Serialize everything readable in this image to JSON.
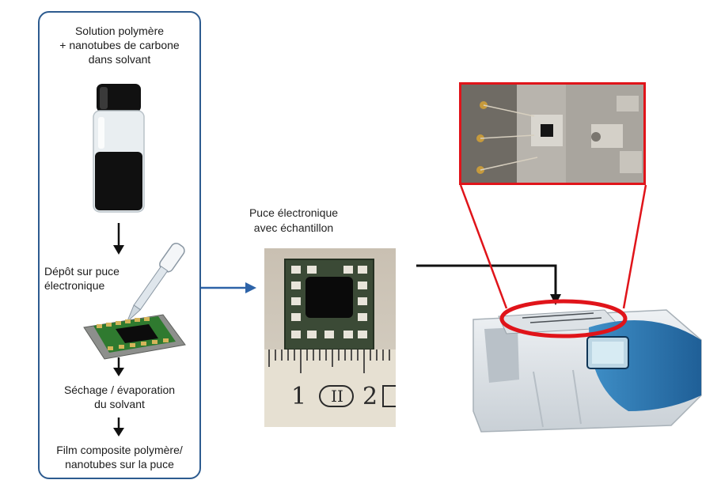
{
  "process": {
    "step1_line1": "Solution polymère",
    "step1_line2": "+ nanotubes de carbone",
    "step1_line3": "dans solvant",
    "step2_line1": "Dépôt sur puce",
    "step2_line2": "électronique",
    "step3_line1": "Séchage / évaporation",
    "step3_line2": "du solvant",
    "step4_line1": "Film composite polymère/",
    "step4_line2": "nanotubes sur la puce"
  },
  "chip_photo": {
    "title_line1": "Puce électronique",
    "title_line2": "avec échantillon",
    "ruler_mark_1": "1",
    "ruler_mark_2": "2",
    "ruler_stamp": "II"
  },
  "colors": {
    "panel_border": "#2d5b8f",
    "flow_arrow": "#2d63a8",
    "highlight": "#e0141a"
  }
}
